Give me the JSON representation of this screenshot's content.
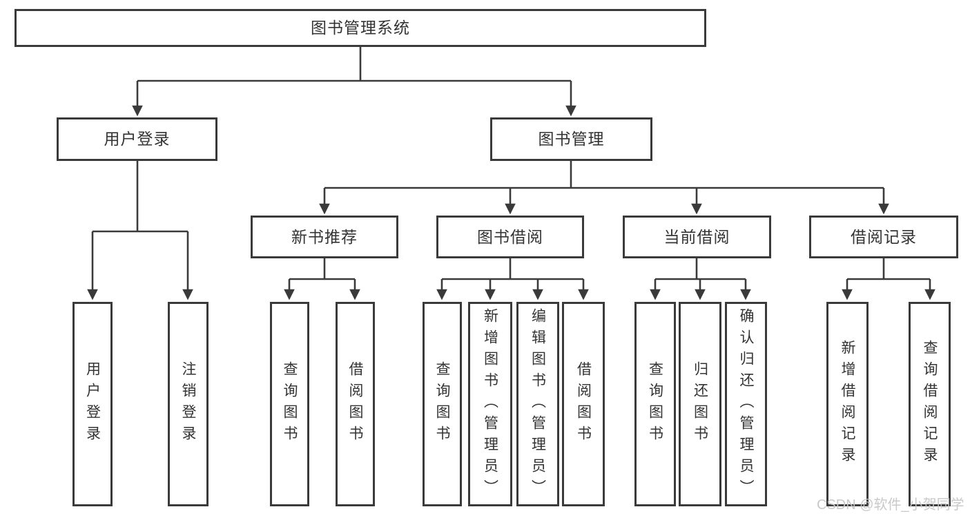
{
  "diagram_type": "hierarchy-tree",
  "watermark": "CSDN @软件_小贺同学",
  "colors": {
    "line": "#3a3a3a",
    "box_border": "#3a3a3a",
    "text": "#333333",
    "background": "#ffffff",
    "watermark": "#c6c6c6"
  },
  "tree": {
    "root": {
      "label": "图书管理系统",
      "children": [
        {
          "label": "用户登录",
          "children": [
            {
              "label": "用户登录"
            },
            {
              "label": "注销登录"
            }
          ]
        },
        {
          "label": "图书管理",
          "children": [
            {
              "label": "新书推荐",
              "children": [
                {
                  "label": "查询图书"
                },
                {
                  "label": "借阅图书"
                }
              ]
            },
            {
              "label": "图书借阅",
              "children": [
                {
                  "label": "查询图书"
                },
                {
                  "label": "新增图书（管理员）"
                },
                {
                  "label": "编辑图书（管理员）"
                },
                {
                  "label": "借阅图书"
                }
              ]
            },
            {
              "label": "当前借阅",
              "children": [
                {
                  "label": "查询图书"
                },
                {
                  "label": "归还图书"
                },
                {
                  "label": "确认归还（管理员）"
                }
              ]
            },
            {
              "label": "借阅记录",
              "children": [
                {
                  "label": "新增借阅记录"
                },
                {
                  "label": "查询借阅记录"
                }
              ]
            }
          ]
        }
      ]
    }
  }
}
